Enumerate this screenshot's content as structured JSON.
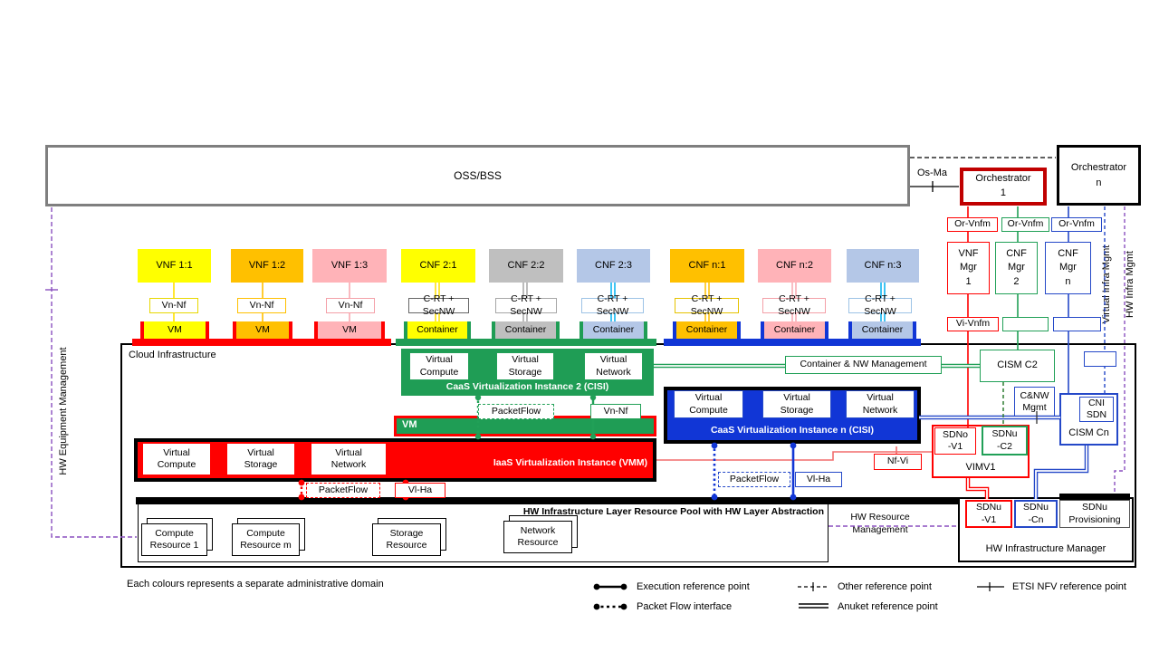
{
  "top": {
    "oss_bss": "OSS/BSS",
    "os_ma": "Os-Ma",
    "orch1": "Orchestrator\n1",
    "orchn": "Orchestrator\nn"
  },
  "right_col": {
    "or_vnfm": [
      "Or-Vnfm",
      "Or-Vnfm",
      "Or-Vnfm"
    ],
    "mgrs": [
      "VNF\nMgr\n1",
      "CNF\nMgr\n2",
      "CNF\nMgr\nn"
    ],
    "vi_vnfm": "Vi-Vnfm",
    "virtual_infra_mgmt": "Virtual Infra Mgmt",
    "hw_infra_mgmt": "HW Infra Mgmt"
  },
  "left": {
    "hw_equipment_mgmt": "HW Equipment Management"
  },
  "nf_row": [
    {
      "label": "VNF 1:1",
      "ref": "Vn-Nf",
      "unit": "VM"
    },
    {
      "label": "VNF 1:2",
      "ref": "Vn-Nf",
      "unit": "VM"
    },
    {
      "label": "VNF 1:3",
      "ref": "Vn-Nf",
      "unit": "VM"
    },
    {
      "label": "CNF 2:1",
      "ref": "C-RT + SecNW",
      "unit": "Container"
    },
    {
      "label": "CNF 2:2",
      "ref": "C-RT + SecNW",
      "unit": "Container"
    },
    {
      "label": "CNF 2:3",
      "ref": "C-RT + SecNW",
      "unit": "Container"
    },
    {
      "label": "CNF n:1",
      "ref": "C-RT + SecNW",
      "unit": "Container"
    },
    {
      "label": "CNF n:2",
      "ref": "C-RT + SecNW",
      "unit": "Container"
    },
    {
      "label": "CNF n:3",
      "ref": "C-RT + SecNW",
      "unit": "Container"
    }
  ],
  "cloud": {
    "title": "Cloud  Infrastructure",
    "caas2_title": "CaaS Virtualization Instance 2 (CISI)",
    "caasn_title": "CaaS Virtualization Instance n (CISI)",
    "iaas_title": "IaaS Virtualization Instance (VMM)",
    "vm_bar": "VM",
    "virtual_boxes": [
      "Virtual\nCompute",
      "Virtual\nStorage",
      "Virtual\nNetwork"
    ],
    "packetflow": "PacketFlow",
    "vn_nf": "Vn-Nf",
    "vl_ha": "Vl-Ha",
    "nf_vi": "Nf-Vi",
    "container_nw_mgmt": "Container & NW  Management",
    "cism_c2": "CISM C2",
    "cnw_mgmt": "C&NW\nMgmt",
    "cni_sdn": "CNI\nSDN",
    "cism_cn": "CISM Cn",
    "sdno_v1": "SDNo\n-V1",
    "sdnu_c2": "SDNu\n-C2",
    "vimv1": "VIMV1"
  },
  "pool": {
    "title": "HW Infrastructure Layer Resource Pool with HW Layer Abstraction",
    "resources": [
      "Compute\nResource 1",
      "Compute\nResource m",
      "Storage\nResource",
      "Network\nResource"
    ],
    "hw_resource_mgmt": "HW Resource\nManagement"
  },
  "hw_manager": {
    "sdnu_v1": "SDNu\n-V1",
    "sdnu_cn": "SDNu\n-Cn",
    "sdnu_provisioning": "SDNu\nProvisioning",
    "label": "HW Infrastructure Manager"
  },
  "legend": {
    "note": "Each colours represents a separate administrative domain",
    "execution": "Execution reference point",
    "packet_flow": "Packet Flow interface",
    "other": "Other reference point",
    "anuket": "Anuket reference point",
    "etsi": "ETSI NFV reference point"
  },
  "colors": {
    "red": "#FF0000",
    "dark_red": "#C00000",
    "green": "#1F9D55",
    "blue": "#1136D6",
    "blue_border": "#2448C8",
    "cyan": "#00B0F0",
    "yellow": "#FFFF00",
    "orange": "#FFC000",
    "pink": "#FFB3B8",
    "light_blue": "#B4C7E7",
    "gray": "#BFBFBF",
    "purple": "#8A4FBF"
  }
}
